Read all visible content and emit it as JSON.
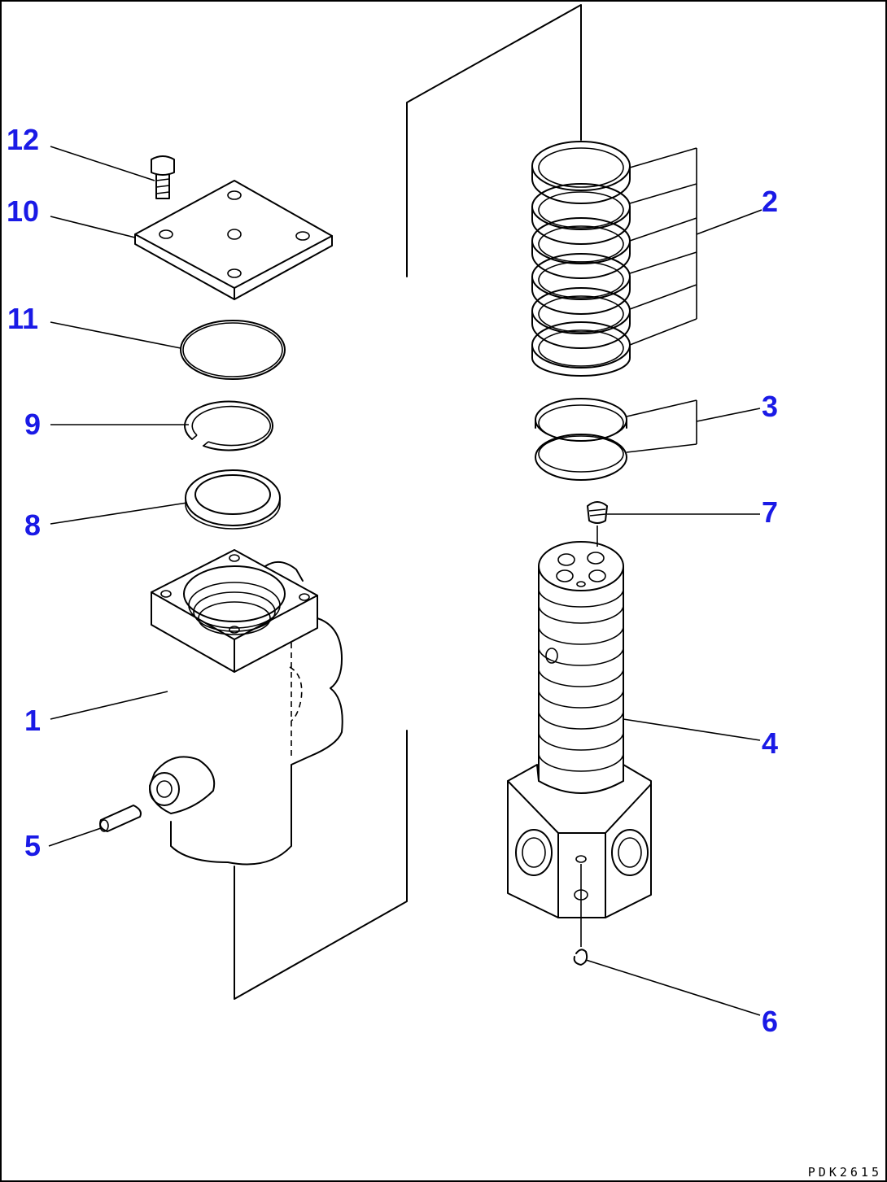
{
  "diagram": {
    "callouts": [
      {
        "id": "callout-1",
        "label": "1",
        "part": "swivel-joint-body"
      },
      {
        "id": "callout-2",
        "label": "2",
        "part": "seal-ring-set"
      },
      {
        "id": "callout-3",
        "label": "3",
        "part": "seal-pair"
      },
      {
        "id": "callout-4",
        "label": "4",
        "part": "rotor-shaft"
      },
      {
        "id": "callout-5",
        "label": "5",
        "part": "plug"
      },
      {
        "id": "callout-6",
        "label": "6",
        "part": "ball"
      },
      {
        "id": "callout-7",
        "label": "7",
        "part": "plug-small"
      },
      {
        "id": "callout-8",
        "label": "8",
        "part": "thrust-ring"
      },
      {
        "id": "callout-9",
        "label": "9",
        "part": "snap-ring"
      },
      {
        "id": "callout-10",
        "label": "10",
        "part": "cover-plate"
      },
      {
        "id": "callout-11",
        "label": "11",
        "part": "o-ring"
      },
      {
        "id": "callout-12",
        "label": "12",
        "part": "bolt"
      }
    ],
    "document_code": "PDK2615",
    "callout_color": "#1a1ae6",
    "line_color": "#000000"
  }
}
